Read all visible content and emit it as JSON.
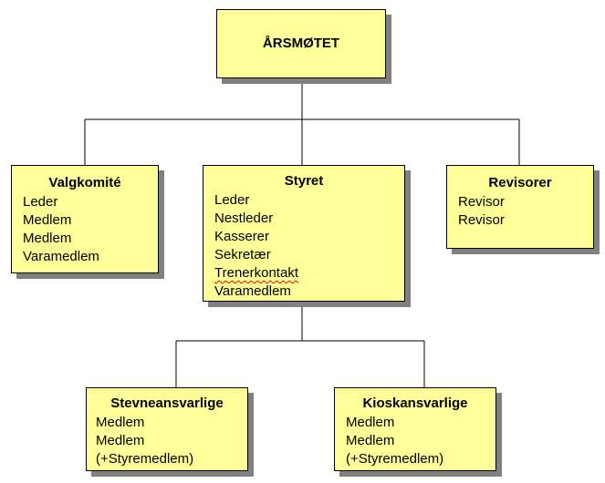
{
  "diagram": {
    "root": {
      "title": "ÅRSMØTET"
    },
    "valgkomite": {
      "title": "Valgkomité",
      "items": [
        "Leder",
        "Medlem",
        "Medlem",
        "Varamedlem"
      ]
    },
    "styret": {
      "title": "Styret",
      "items": [
        "Leder",
        "Nestleder",
        "Kasserer",
        "Sekretær",
        "Trenerkontakt",
        "Varamedlem"
      ]
    },
    "revisorer": {
      "title": "Revisorer",
      "items": [
        "Revisor",
        "Revisor"
      ]
    },
    "stevneansvarlige": {
      "title": "Stevneansvarlige",
      "items": [
        "Medlem",
        "Medlem",
        "(+Styremedlem)"
      ]
    },
    "kioskansvarlige": {
      "title": "Kioskansvarlige",
      "items": [
        "Medlem",
        "Medlem",
        "(+Styremedlem)"
      ]
    }
  },
  "colors": {
    "box_fill": "#ffff99",
    "box_border": "#000000",
    "shadow": "#808080",
    "spellcheck_underline": "#ff0000"
  }
}
